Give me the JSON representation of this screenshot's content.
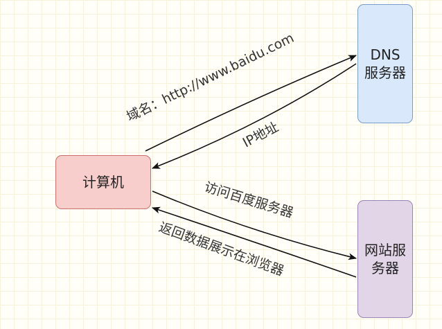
{
  "nodes": {
    "dns_line1": "DNS",
    "dns_line2": "服务器",
    "web_line1": "网站服",
    "web_line2": "务器",
    "pc": "计算机"
  },
  "edges": {
    "domain_query": "域名：http://www.baidu.com",
    "ip_reply": "IP地址",
    "visit": "访问百度服务器",
    "return": "返回数据展示在浏览器"
  },
  "colors": {
    "dns_fill": "#dae8fc",
    "web_fill": "#e1d5e7",
    "pc_fill": "#f8cecc",
    "arrow": "#111111"
  }
}
